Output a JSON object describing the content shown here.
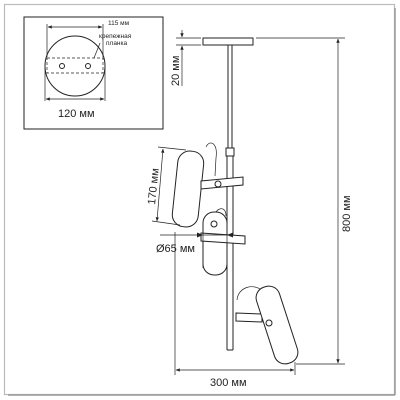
{
  "colors": {
    "line": "#222222",
    "background": "#ffffff",
    "frame": "#bbbbbb"
  },
  "inset": {
    "mount_width_label": "115 мм",
    "bracket_label_line1": "крепежная",
    "bracket_label_line2": "планка",
    "base_diameter_label": "120 мм"
  },
  "dimensions": {
    "canopy_height": "20 мм",
    "total_height": "800 мм",
    "shade_length": "170 мм",
    "shade_diameter": "Ø65 мм",
    "total_width": "300 мм"
  }
}
